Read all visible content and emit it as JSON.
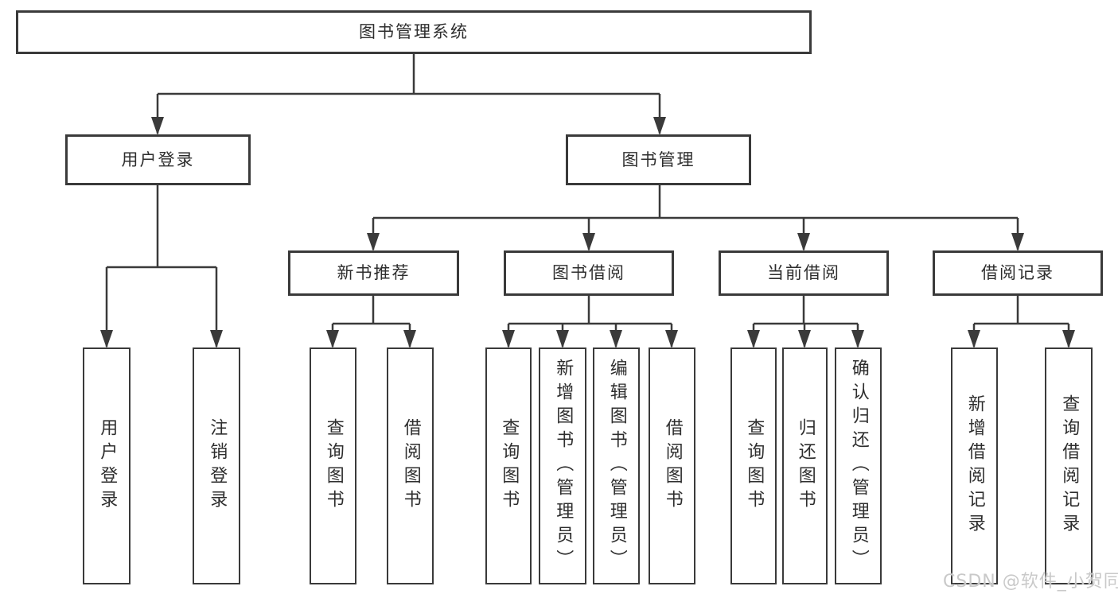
{
  "nodes": {
    "root": "图书管理系统",
    "user_login": "用户登录",
    "book_mgmt": "图书管理",
    "new_book_rec": "新书推荐",
    "book_borrow": "图书借阅",
    "current_borrow": "当前借阅",
    "borrow_record": "借阅记录"
  },
  "leaves": {
    "user_login": [
      "用户登录",
      "注销登录"
    ],
    "new_book_rec": [
      "查询图书",
      "借阅图书"
    ],
    "book_borrow": [
      "查询图书",
      "新增图书（管理员）",
      "编辑图书（管理员）",
      "借阅图书"
    ],
    "current_borrow": [
      "查询图书",
      "归还图书",
      "确认归还（管理员）"
    ],
    "borrow_record": [
      "新增借阅记录",
      "查询借阅记录"
    ]
  },
  "watermark": "CSDN @软件_小贺同学",
  "colors": {
    "line": "#3a3a3a",
    "text": "#2e2e2e",
    "watermark": "#c9c9c9",
    "background": "#ffffff"
  }
}
